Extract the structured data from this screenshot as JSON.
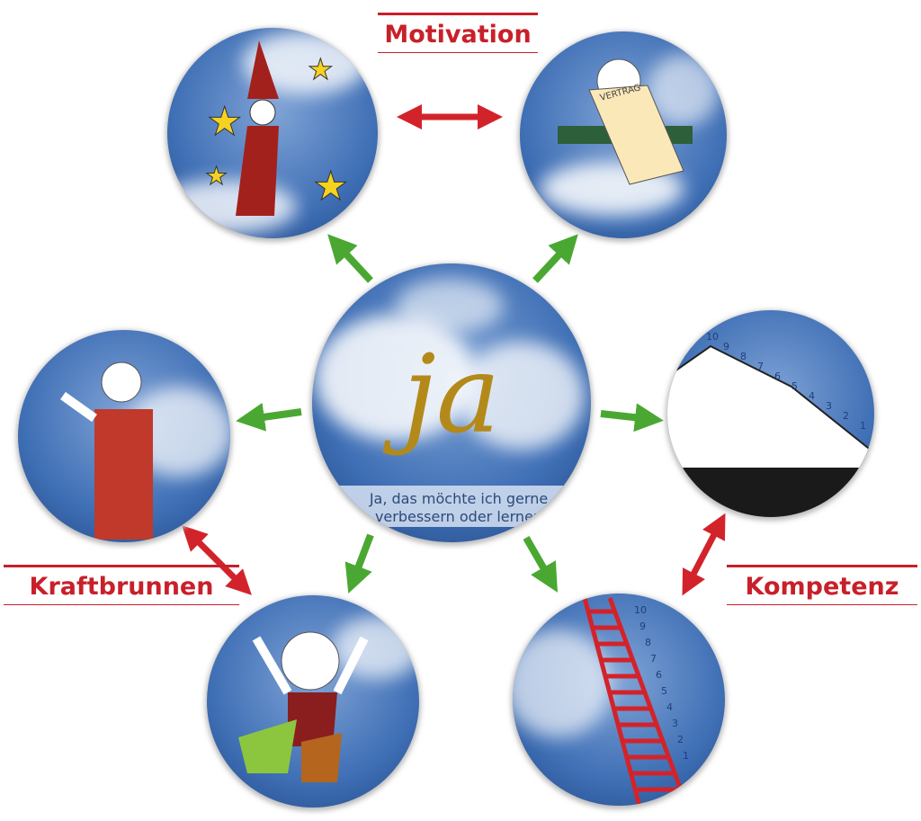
{
  "labels": {
    "motivation": "Motivation",
    "kraftbrunnen": "Kraftbrunnen",
    "kompetenz": "Kompetenz"
  },
  "center": {
    "word": "ja",
    "caption_line1": "Ja, das möchte ich gerne",
    "caption_line2": "verbessern oder lernen"
  },
  "scroll_text": "VERTRAG",
  "mountain_numbers": [
    "10",
    "9",
    "8",
    "7",
    "6",
    "5",
    "4",
    "3",
    "2",
    "1"
  ],
  "ladder_numbers": [
    "10",
    "9",
    "8",
    "7",
    "6",
    "5",
    "4",
    "3",
    "2",
    "1"
  ],
  "colors": {
    "label_red": "#c8202a",
    "arrow_green": "#4aa832",
    "arrow_red": "#d3232a",
    "ja_gold": "#b38a1a",
    "sky": "#3f6fb5"
  }
}
